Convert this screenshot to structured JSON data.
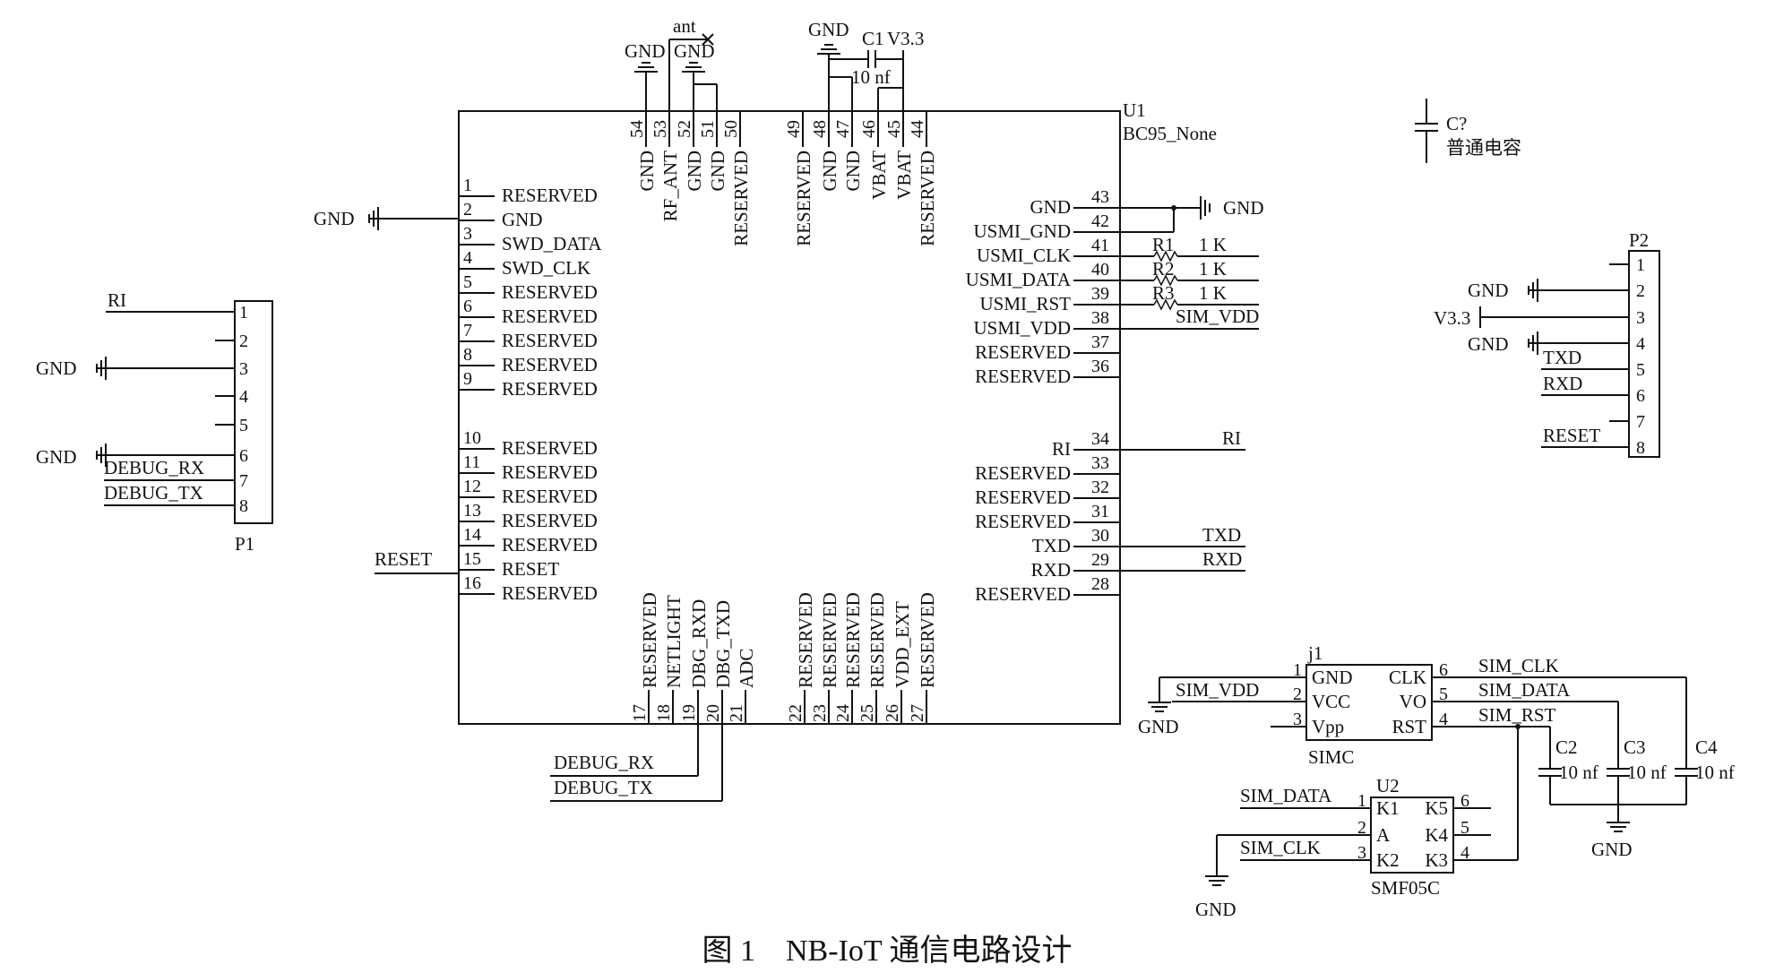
{
  "u1": {
    "ref": "U1",
    "value": "BC95_None",
    "left_pins": [
      {
        "num": "1",
        "name": "RESERVED"
      },
      {
        "num": "2",
        "name": "GND"
      },
      {
        "num": "3",
        "name": "SWD_DATA"
      },
      {
        "num": "4",
        "name": "SWD_CLK"
      },
      {
        "num": "5",
        "name": "RESERVED"
      },
      {
        "num": "6",
        "name": "RESERVED"
      },
      {
        "num": "7",
        "name": "RESERVED"
      },
      {
        "num": "8",
        "name": "RESERVED"
      },
      {
        "num": "9",
        "name": "RESERVED"
      },
      {
        "num": "10",
        "name": "RESERVED"
      },
      {
        "num": "11",
        "name": "RESERVED"
      },
      {
        "num": "12",
        "name": "RESERVED"
      },
      {
        "num": "13",
        "name": "RESERVED"
      },
      {
        "num": "14",
        "name": "RESERVED"
      },
      {
        "num": "15",
        "name": "RESET"
      },
      {
        "num": "16",
        "name": "RESERVED"
      }
    ],
    "right_pins": [
      {
        "num": "43",
        "name": "GND"
      },
      {
        "num": "42",
        "name": "USMI_GND"
      },
      {
        "num": "41",
        "name": "USMI_CLK"
      },
      {
        "num": "40",
        "name": "USMI_DATA"
      },
      {
        "num": "39",
        "name": "USMI_RST"
      },
      {
        "num": "38",
        "name": "USMI_VDD"
      },
      {
        "num": "37",
        "name": "RESERVED"
      },
      {
        "num": "36",
        "name": "RESERVED"
      },
      {
        "num": "34",
        "name": "RI"
      },
      {
        "num": "33",
        "name": "RESERVED"
      },
      {
        "num": "32",
        "name": "RESERVED"
      },
      {
        "num": "31",
        "name": "RESERVED"
      },
      {
        "num": "30",
        "name": "TXD"
      },
      {
        "num": "29",
        "name": "RXD"
      },
      {
        "num": "28",
        "name": "RESERVED"
      }
    ],
    "top_pins": [
      {
        "num": "54",
        "name": "GND"
      },
      {
        "num": "53",
        "name": "RF_ANT"
      },
      {
        "num": "52",
        "name": "GND"
      },
      {
        "num": "51",
        "name": "GND"
      },
      {
        "num": "50",
        "name": "RESERVED"
      },
      {
        "num": "49",
        "name": "RESERVED"
      },
      {
        "num": "48",
        "name": "GND"
      },
      {
        "num": "47",
        "name": "GND"
      },
      {
        "num": "46",
        "name": "VBAT"
      },
      {
        "num": "45",
        "name": "VBAT"
      },
      {
        "num": "44",
        "name": "RESERVED"
      }
    ],
    "bottom_pins": [
      {
        "num": "17",
        "name": "RESERVED"
      },
      {
        "num": "18",
        "name": "NETLIGHT"
      },
      {
        "num": "19",
        "name": "DBG_RXD"
      },
      {
        "num": "20",
        "name": "DBG_TXD"
      },
      {
        "num": "21",
        "name": "ADC"
      },
      {
        "num": "22",
        "name": "RESERVED"
      },
      {
        "num": "23",
        "name": "RESERVED"
      },
      {
        "num": "24",
        "name": "RESERVED"
      },
      {
        "num": "25",
        "name": "RESERVED"
      },
      {
        "num": "26",
        "name": "VDD_EXT"
      },
      {
        "num": "27",
        "name": "RESERVED"
      }
    ]
  },
  "nets": {
    "gnd": "GND",
    "ant": "ant",
    "v33": "V3.3",
    "ri": "RI",
    "reset": "RESET",
    "debug_rx": "DEBUG_RX",
    "debug_tx": "DEBUG_TX",
    "txd": "TXD",
    "rxd": "RXD",
    "sim_vdd": "SIM_VDD",
    "sim_clk": "SIM_CLK",
    "sim_data": "SIM_DATA",
    "sim_rst": "SIM_RST"
  },
  "c1": {
    "ref": "C1",
    "value": "10 nf"
  },
  "c_generic": {
    "ref": "C?",
    "value": "普通电容"
  },
  "resistors": [
    {
      "ref": "R1",
      "value": "1 K"
    },
    {
      "ref": "R2",
      "value": "1 K"
    },
    {
      "ref": "R3",
      "value": "1 K"
    }
  ],
  "p1": {
    "ref": "P1",
    "pins": [
      "1",
      "2",
      "3",
      "4",
      "5",
      "6",
      "7",
      "8"
    ]
  },
  "p2": {
    "ref": "P2",
    "pins": [
      "1",
      "2",
      "3",
      "4",
      "5",
      "6",
      "7",
      "8"
    ]
  },
  "j1": {
    "ref": "j1",
    "value": "SIMC",
    "pins": [
      {
        "num": "1",
        "name": "GND"
      },
      {
        "num": "2",
        "name": "VCC"
      },
      {
        "num": "3",
        "name": "Vpp"
      },
      {
        "num": "6",
        "name": "CLK"
      },
      {
        "num": "5",
        "name": "VO"
      },
      {
        "num": "4",
        "name": "RST"
      }
    ]
  },
  "caps": [
    {
      "ref": "C2",
      "value": "10 nf"
    },
    {
      "ref": "C3",
      "value": "10 nf"
    },
    {
      "ref": "C4",
      "value": "10 nf"
    }
  ],
  "u2": {
    "ref": "U2",
    "value": "SMF05C",
    "pins": [
      {
        "num": "1",
        "name": "K1"
      },
      {
        "num": "2",
        "name": "A"
      },
      {
        "num": "3",
        "name": "K2"
      },
      {
        "num": "6",
        "name": "K5"
      },
      {
        "num": "5",
        "name": "K4"
      },
      {
        "num": "4",
        "name": "K3"
      }
    ]
  },
  "caption": "图 1　NB-IoT 通信电路设计"
}
